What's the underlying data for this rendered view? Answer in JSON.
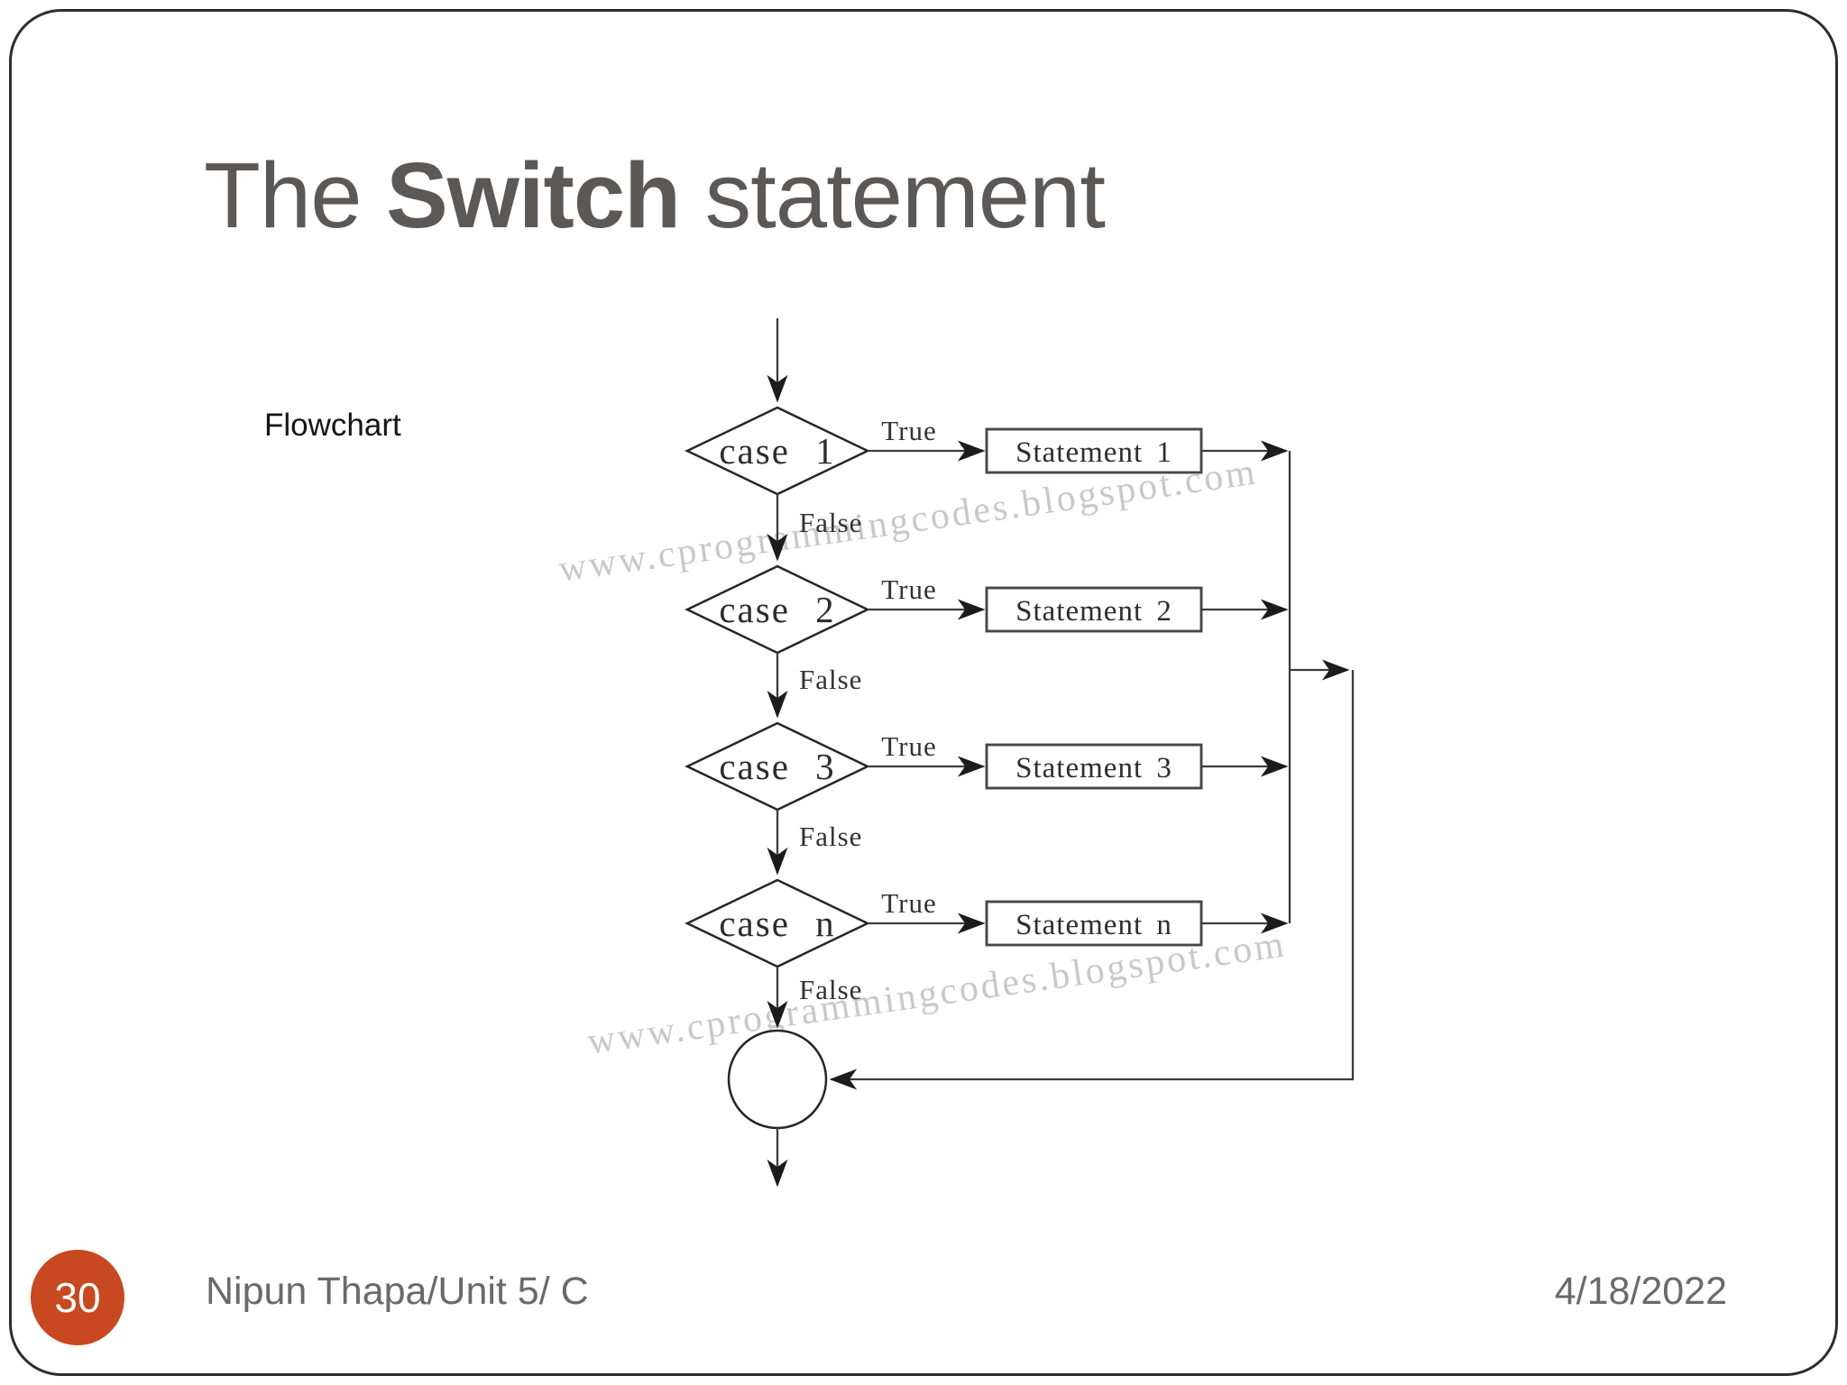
{
  "slide": {
    "title": {
      "prefix": "The ",
      "bold": "Switch",
      "suffix": " statement"
    },
    "flowchart_caption": "Flowchart",
    "watermark": "www.cprogrammingcodes.blogspot.com",
    "footer": {
      "page_number": "30",
      "author": "Nipun Thapa/Unit 5/ C",
      "date": "4/18/2022"
    },
    "colors": {
      "title_gray": "#5c5856",
      "footer_gray": "#6a6a6a",
      "page_circle_orange": "#c8481f",
      "watermark_gray": "#c8c8c8",
      "diagram_line": "#3c3c3c"
    }
  },
  "flowchart": {
    "true_label": "True",
    "false_label": "False",
    "rows": [
      {
        "case": "case 1",
        "statement": "Statement 1"
      },
      {
        "case": "case 2",
        "statement": "Statement 2"
      },
      {
        "case": "case 3",
        "statement": "Statement 3"
      },
      {
        "case": "case n",
        "statement": "Statement n"
      }
    ]
  }
}
